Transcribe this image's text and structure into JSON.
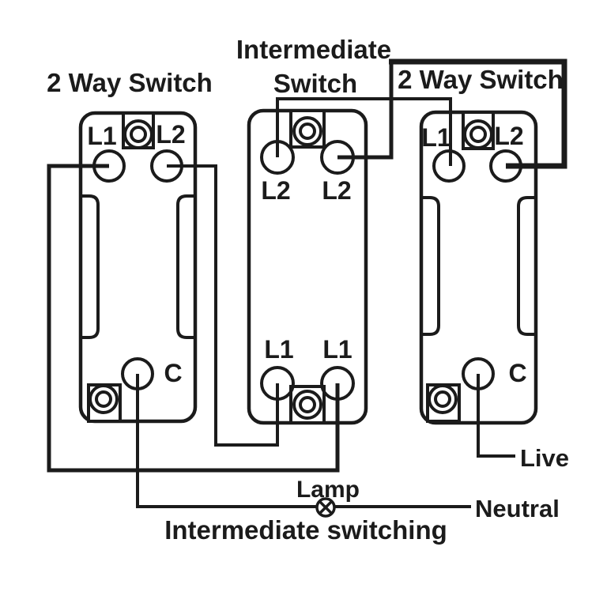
{
  "page": {
    "background": "#ffffff",
    "line_color": "#1b1b1b",
    "caption": "Intermediate switching"
  },
  "switches": {
    "left": {
      "title": "2 Way Switch",
      "terminal_l1": "L1",
      "terminal_l2": "L2",
      "terminal_c": "C"
    },
    "intermediate": {
      "title_line1": "Intermediate",
      "title_line2": "Switch",
      "terminal_top_left": "L2",
      "terminal_top_right": "L2",
      "terminal_bottom_left": "L1",
      "terminal_bottom_right": "L1"
    },
    "right": {
      "title": "2 Way Switch",
      "terminal_l1": "L1",
      "terminal_l2": "L2",
      "terminal_c": "C"
    }
  },
  "annotations": {
    "lamp_label": "Lamp",
    "live_label": "Live",
    "neutral_label": "Neutral"
  }
}
